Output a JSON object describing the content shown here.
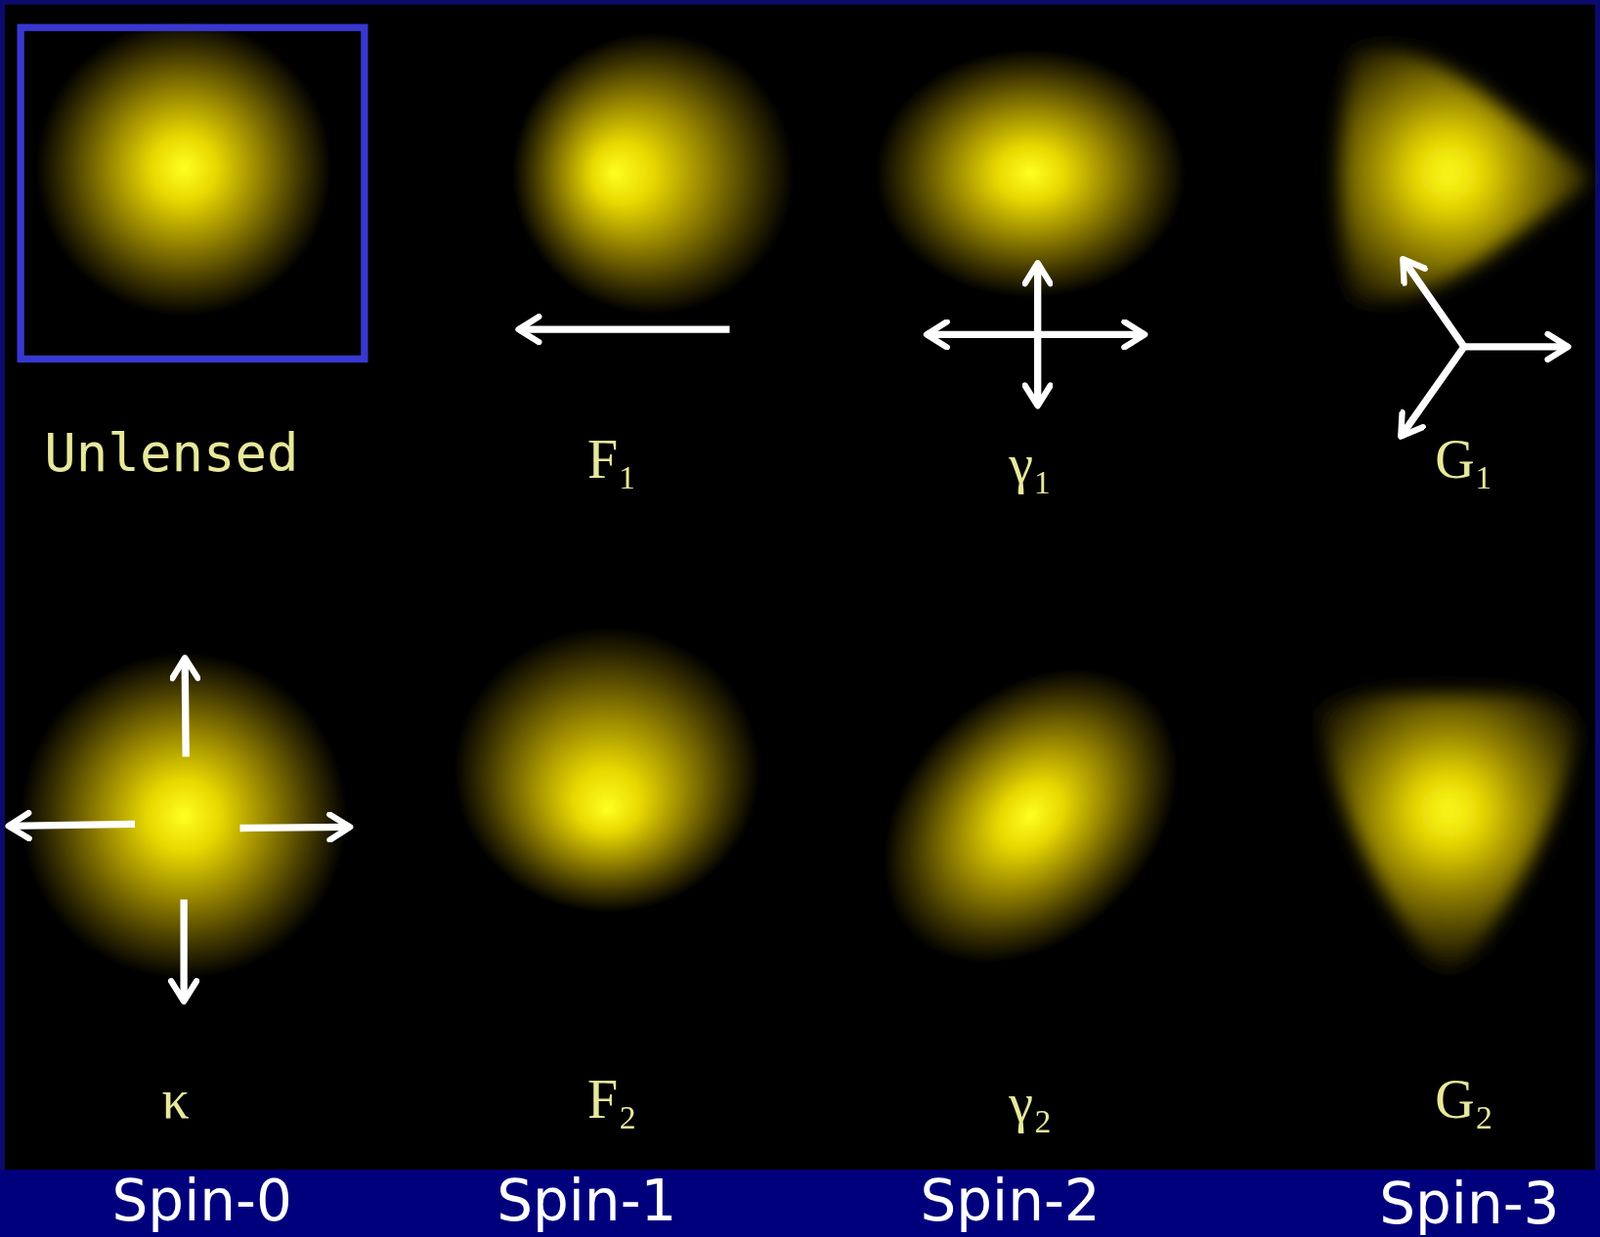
{
  "diagram": {
    "labels": [
      "Unlensed",
      "F₁",
      "γ₁",
      "G₁",
      "κ",
      "F₂",
      "γ₂",
      "G₂",
      "Spin-0",
      "Spin-1",
      "Spin-2",
      "Spin-3"
    ]
  }
}
